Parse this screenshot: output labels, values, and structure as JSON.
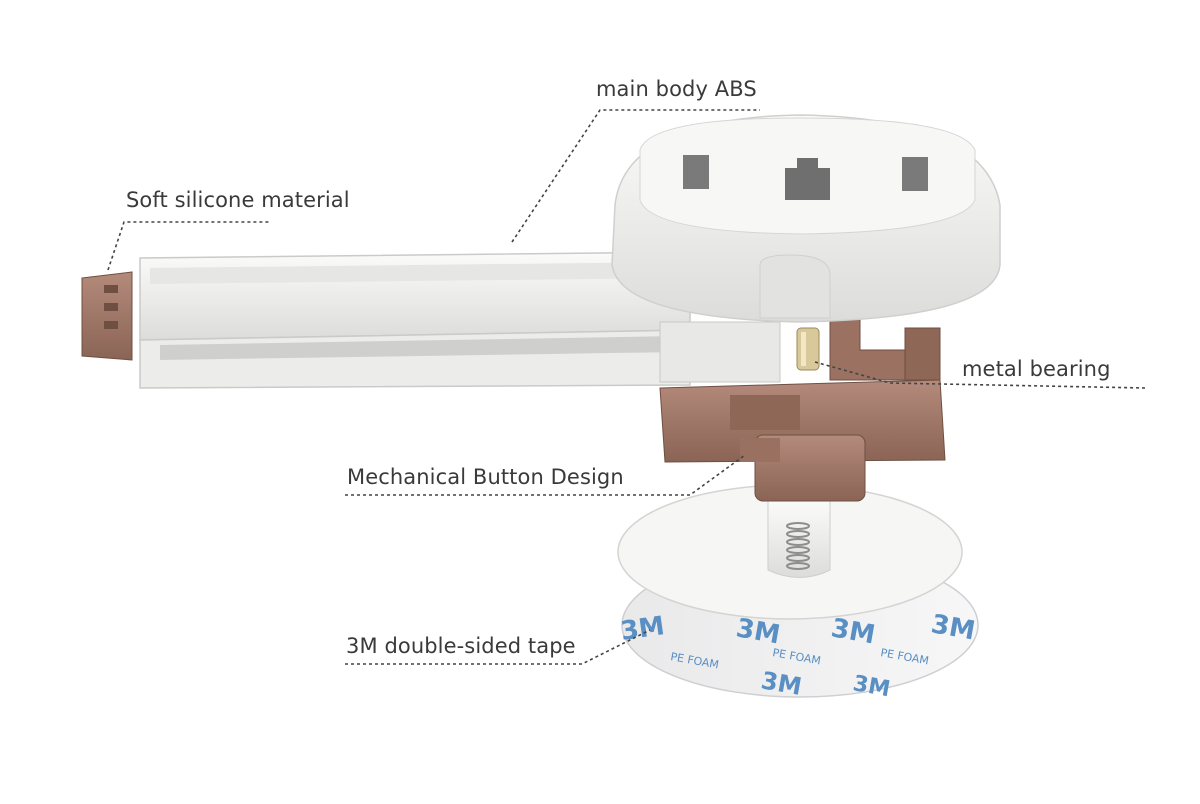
{
  "diagram": {
    "callouts": [
      {
        "id": "main-body",
        "text": "main body ABS"
      },
      {
        "id": "soft-silicone",
        "text": "Soft silicone material"
      },
      {
        "id": "metal-bearing",
        "text": "metal bearing"
      },
      {
        "id": "mechanical-button",
        "text": "Mechanical Button Design"
      },
      {
        "id": "tape",
        "text": "3M double-sided tape"
      }
    ],
    "tape_print": {
      "brand": "3M",
      "sub": "PE FOAM"
    }
  },
  "colors": {
    "plastic_white": "#f1f1f0",
    "plastic_shadow": "#d9d9d7",
    "brown_part": "#a57b6c",
    "brown_dark": "#7d5a4d",
    "tape_blue": "#5a8fc4",
    "leader_line": "#444444"
  }
}
